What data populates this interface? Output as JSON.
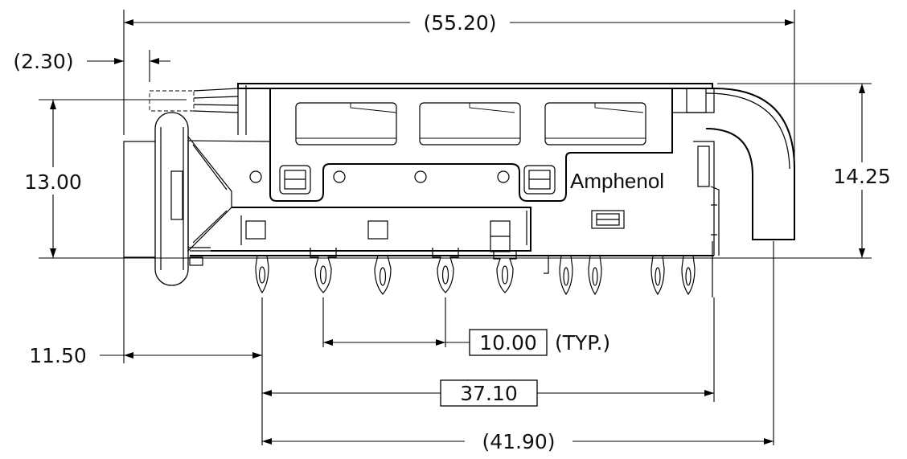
{
  "brand_logo": "Amphenol",
  "dimensions": {
    "overall_length": "(55.20)",
    "front_offset": "(2.30)",
    "body_height": "13.00",
    "overall_height": "14.25",
    "front_to_first_pin": "11.50",
    "pin_pitch": "10.00",
    "pin_pitch_note": "(TYP.)",
    "pin_span": "37.10",
    "pin_to_rear": "(41.90)"
  }
}
